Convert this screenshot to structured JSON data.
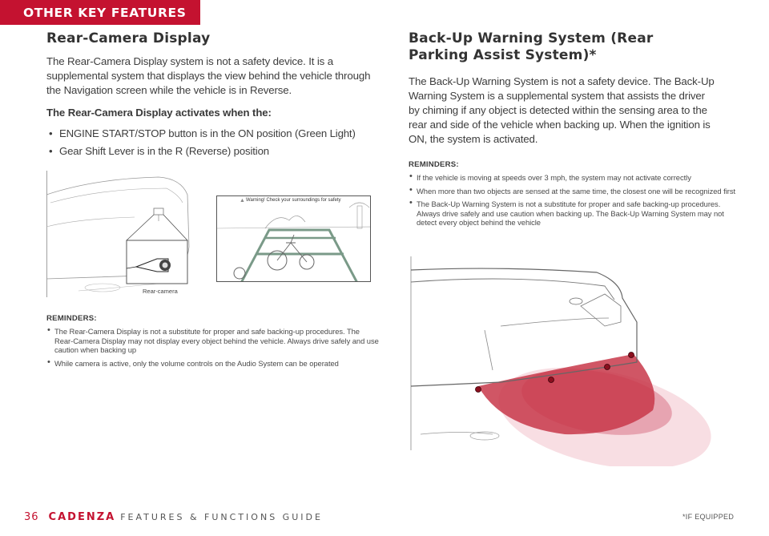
{
  "header": {
    "tab_label": "OTHER KEY FEATURES"
  },
  "left": {
    "title": "Rear-Camera Display",
    "intro": "The Rear-Camera Display system is not a safety device. It is a supplemental system that displays the view behind the vehicle through the Navigation screen while the vehicle is in Reverse.",
    "activates_heading": "The Rear-Camera Display activates when the:",
    "conditions": [
      "ENGINE START/STOP button is in the ON position (Green Light)",
      "Gear Shift Lever is in the R (Reverse) position"
    ],
    "camera_caption": "Rear-camera",
    "screen_warning": "Warning! Check your surroundings for safety",
    "reminders_title": "REMINDERS:",
    "reminders": [
      "The Rear-Camera Display is not a substitute for proper and safe backing-up procedures. The Rear-Camera Display may not display every object behind the vehicle. Always drive safely and use caution when backing up",
      "While camera is active, only the volume controls on the Audio System can be operated"
    ]
  },
  "right": {
    "title": "Back-Up Warning System (Rear Parking Assist System)*",
    "intro": "The Back-Up Warning System is not a safety device. The Back-Up Warning System is a supplemental system that assists the driver by chiming if any object is detected within the sensing area to the rear and side of the vehicle when backing up. When the ignition is ON, the system is activated.",
    "reminders_title": "REMINDERS:",
    "reminders": [
      "If the vehicle is moving at speeds over 3 mph, the system may not activate correctly",
      "When more than two objects are sensed at the same time, the closest one will be recognized first",
      "The Back-Up Warning System is not a substitute for proper and safe backing-up procedures. Always drive safely and use caution when backing up. The Back-Up Warning System may not detect every object behind the vehicle"
    ]
  },
  "footer": {
    "page_number": "36",
    "brand": "CADENZA",
    "guide_title": "FEATURES & FUNCTIONS GUIDE",
    "note": "*IF EQUIPPED"
  },
  "colors": {
    "accent": "#c41230",
    "sensor_zone": "#c8384a",
    "sensor_zone_light": "#f2c6cf"
  }
}
